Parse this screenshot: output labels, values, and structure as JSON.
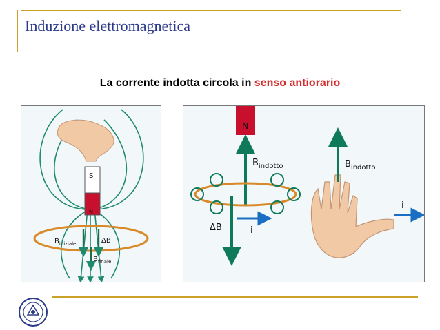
{
  "slide": {
    "title": "Induzione elettromagnetica",
    "subtitle_prefix": "La corrente indotta circola in ",
    "subtitle_highlight": "senso antiorario"
  },
  "left_figure": {
    "magnet_top": "S",
    "magnet_bottom": "N",
    "b_iniziale_base": "B",
    "b_iniziale_sub": "iniziale",
    "delta_b": "ΔB",
    "b_finale_base": "B",
    "b_finale_sub": "finale"
  },
  "right_figure": {
    "magnet_label": "N",
    "b_indotto_base": "B",
    "b_indotto_sub": "indotto",
    "delta_b": "ΔB",
    "current": "i",
    "hand_b_base": "B",
    "hand_b_sub": "indotto",
    "hand_current": "i"
  },
  "colors": {
    "frame": "#c9a227",
    "title": "#2b3a8a",
    "highlight": "#d42a2a",
    "field": "#1f8a6e",
    "ring": "#d88a2a",
    "magnet_red": "#c8102e",
    "arrow_blue": "#1a6fc4"
  },
  "icons": {
    "seal": "university-seal-icon"
  }
}
